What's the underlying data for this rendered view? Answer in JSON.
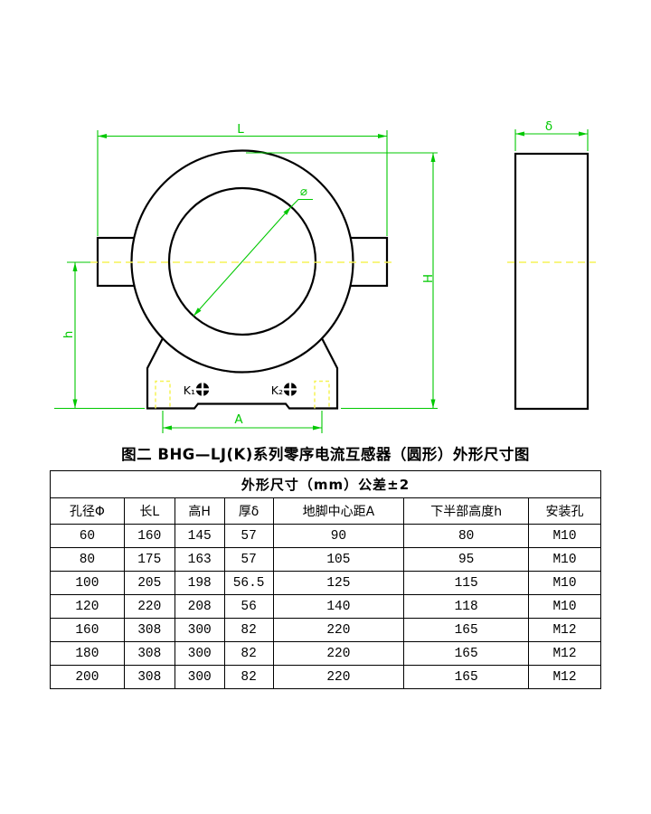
{
  "drawing": {
    "caption": "图二 BHG—LJ(K)系列零序电流互感器（圆形）外形尺寸图",
    "dim_labels": {
      "L": "L",
      "H": "H",
      "h": "h",
      "A": "A",
      "delta": "δ",
      "phi": "⌀"
    },
    "terminal_labels": {
      "k1": "K₁",
      "k2": "K₂"
    },
    "colors": {
      "object_line": "#000000",
      "dimension_green": "#00c800",
      "centerline_yellow": "#f5f356",
      "background": "#ffffff"
    }
  },
  "table": {
    "title": "外形尺寸（mm）公差±2",
    "headers": [
      "孔径Φ",
      "长L",
      "高H",
      "厚δ",
      "地脚中心距A",
      "下半部高度h",
      "安装孔"
    ],
    "rows": [
      [
        "60",
        "160",
        "145",
        "57",
        "90",
        "80",
        "M10"
      ],
      [
        "80",
        "175",
        "163",
        "57",
        "105",
        "95",
        "M10"
      ],
      [
        "100",
        "205",
        "198",
        "56.5",
        "125",
        "115",
        "M10"
      ],
      [
        "120",
        "220",
        "208",
        "56",
        "140",
        "118",
        "M10"
      ],
      [
        "160",
        "308",
        "300",
        "82",
        "220",
        "165",
        "M12"
      ],
      [
        "180",
        "308",
        "300",
        "82",
        "220",
        "165",
        "M12"
      ],
      [
        "200",
        "308",
        "300",
        "82",
        "220",
        "165",
        "M12"
      ]
    ]
  }
}
